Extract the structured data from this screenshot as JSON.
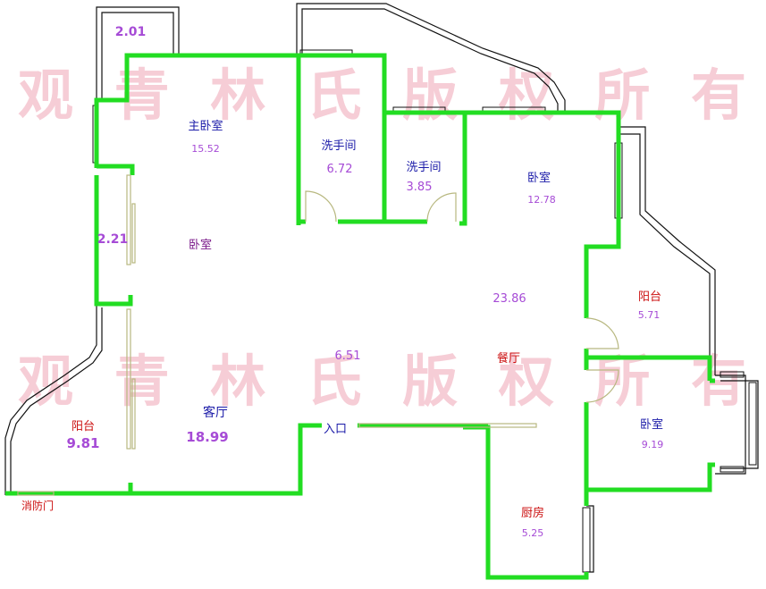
{
  "watermark": {
    "top": "观青林氏版权所有",
    "bottom": "观青林氏版权所有",
    "color": "#f6cdd6"
  },
  "colors": {
    "wall": "#22dd22",
    "outline": "#111111",
    "door": "#c8c890",
    "label_blue": "#1a1aa8",
    "label_red": "#cc1111",
    "label_purple": "#9932cc",
    "area": "#a64bd6"
  },
  "rooms": {
    "balcony_top": {
      "area": "2.01"
    },
    "master_bedroom": {
      "name": "主卧室",
      "area": "15.52"
    },
    "washroom_1": {
      "name": "洗手间",
      "area": "6.72"
    },
    "washroom_2": {
      "name": "洗手间",
      "area": "3.85"
    },
    "bedroom_ne": {
      "name": "卧室",
      "area": "12.78"
    },
    "bedroom_w": {
      "name": "卧室",
      "area": "2.21"
    },
    "hall_area": {
      "area": "23.86"
    },
    "balcony_e": {
      "name": "阳台",
      "area": "5.71"
    },
    "corridor": {
      "area": "6.51"
    },
    "dining": {
      "name": "餐厅"
    },
    "balcony_w": {
      "name": "阳台",
      "area": "9.81"
    },
    "living": {
      "name": "客厅",
      "area": "18.99"
    },
    "entrance": {
      "name": "入口"
    },
    "bedroom_se": {
      "name": "卧室",
      "area": "9.19"
    },
    "kitchen": {
      "name": "厨房",
      "area": "5.25"
    },
    "fire_door": {
      "name": "消防门"
    }
  }
}
